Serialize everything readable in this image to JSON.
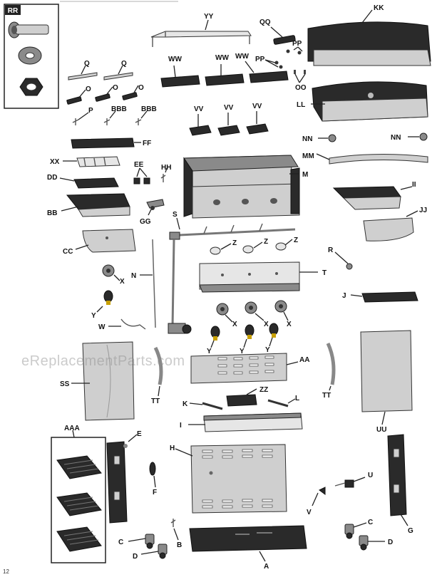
{
  "watermark": "eReplacementParts.com",
  "page_number": "12",
  "labels": {
    "RR": "RR",
    "YY": "YY",
    "QQ": "QQ",
    "KK": "KK",
    "PP": "PP",
    "OO": "OO",
    "Q": "Q",
    "WW": "WW",
    "O": "O",
    "P": "P",
    "BBB": "BBB",
    "VV": "VV",
    "LL": "LL",
    "NN": "NN",
    "FF": "FF",
    "MM": "MM",
    "XX": "XX",
    "EE": "EE",
    "HH": "HH",
    "M": "M",
    "DD": "DD",
    "II": "II",
    "BB": "BB",
    "GG": "GG",
    "S": "S",
    "JJ": "JJ",
    "CC": "CC",
    "Z": "Z",
    "R": "R",
    "N": "N",
    "X": "X",
    "T": "T",
    "Y": "Y",
    "J": "J",
    "W": "W",
    "AA": "AA",
    "SS": "SS",
    "TT": "TT",
    "ZZ": "ZZ",
    "K": "K",
    "L": "L",
    "I": "I",
    "UU": "UU",
    "AAA": "AAA",
    "E": "E",
    "H": "H",
    "U": "U",
    "F": "F",
    "V": "V",
    "C": "C",
    "G": "G",
    "B": "B",
    "D": "D",
    "A": "A"
  }
}
